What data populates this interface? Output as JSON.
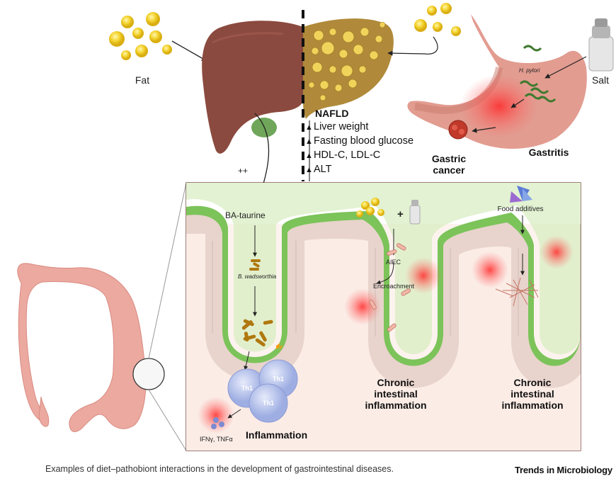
{
  "labels": {
    "fat": "Fat",
    "salt": "Salt",
    "nafld": "NAFLD",
    "h_pylori": "H. pylori",
    "gastric_cancer_line1": "Gastric",
    "gastric_cancer_line2": "cancer",
    "gastritis": "Gastritis",
    "plus_plus": "++",
    "ba_taurine": "BA-taurine",
    "b_wadsworthia": "B. wadsworthia",
    "th1": "Th1",
    "cytokines": "IFNγ, TNFα",
    "inflammation": "Inflammation",
    "plus": "+",
    "aiec": "AIEC",
    "encroachment": "Encroachment",
    "food_additives": "Food additives",
    "chronic_1": [
      "Chronic",
      "intestinal",
      "inflammation"
    ],
    "chronic_2": [
      "Chronic",
      "intestinal",
      "inflammation"
    ]
  },
  "nafld_markers": [
    "Liver weight",
    "Fasting blood glucose",
    "HDL-C, LDL-C",
    "ALT"
  ],
  "caption": "Examples of diet–pathobiont interactions in the development of gastrointestinal diseases.",
  "journal": "Trends in Microbiology",
  "colors": {
    "liver_healthy": "#8b4a3f",
    "liver_fatty": "#b08a3a",
    "fat_droplet": "#f2cc2a",
    "stomach": "#e29c90",
    "mucus": "#7cc35a",
    "mucus_light": "#d6ecbf",
    "epithelium": "#e8d4cc",
    "lumen_bg": "#fbece6",
    "inflammation": "#ff3b3b",
    "bacteria_bw": "#b0780e",
    "th1_cell": "#aab6e6",
    "colon": "#eca9a0"
  }
}
